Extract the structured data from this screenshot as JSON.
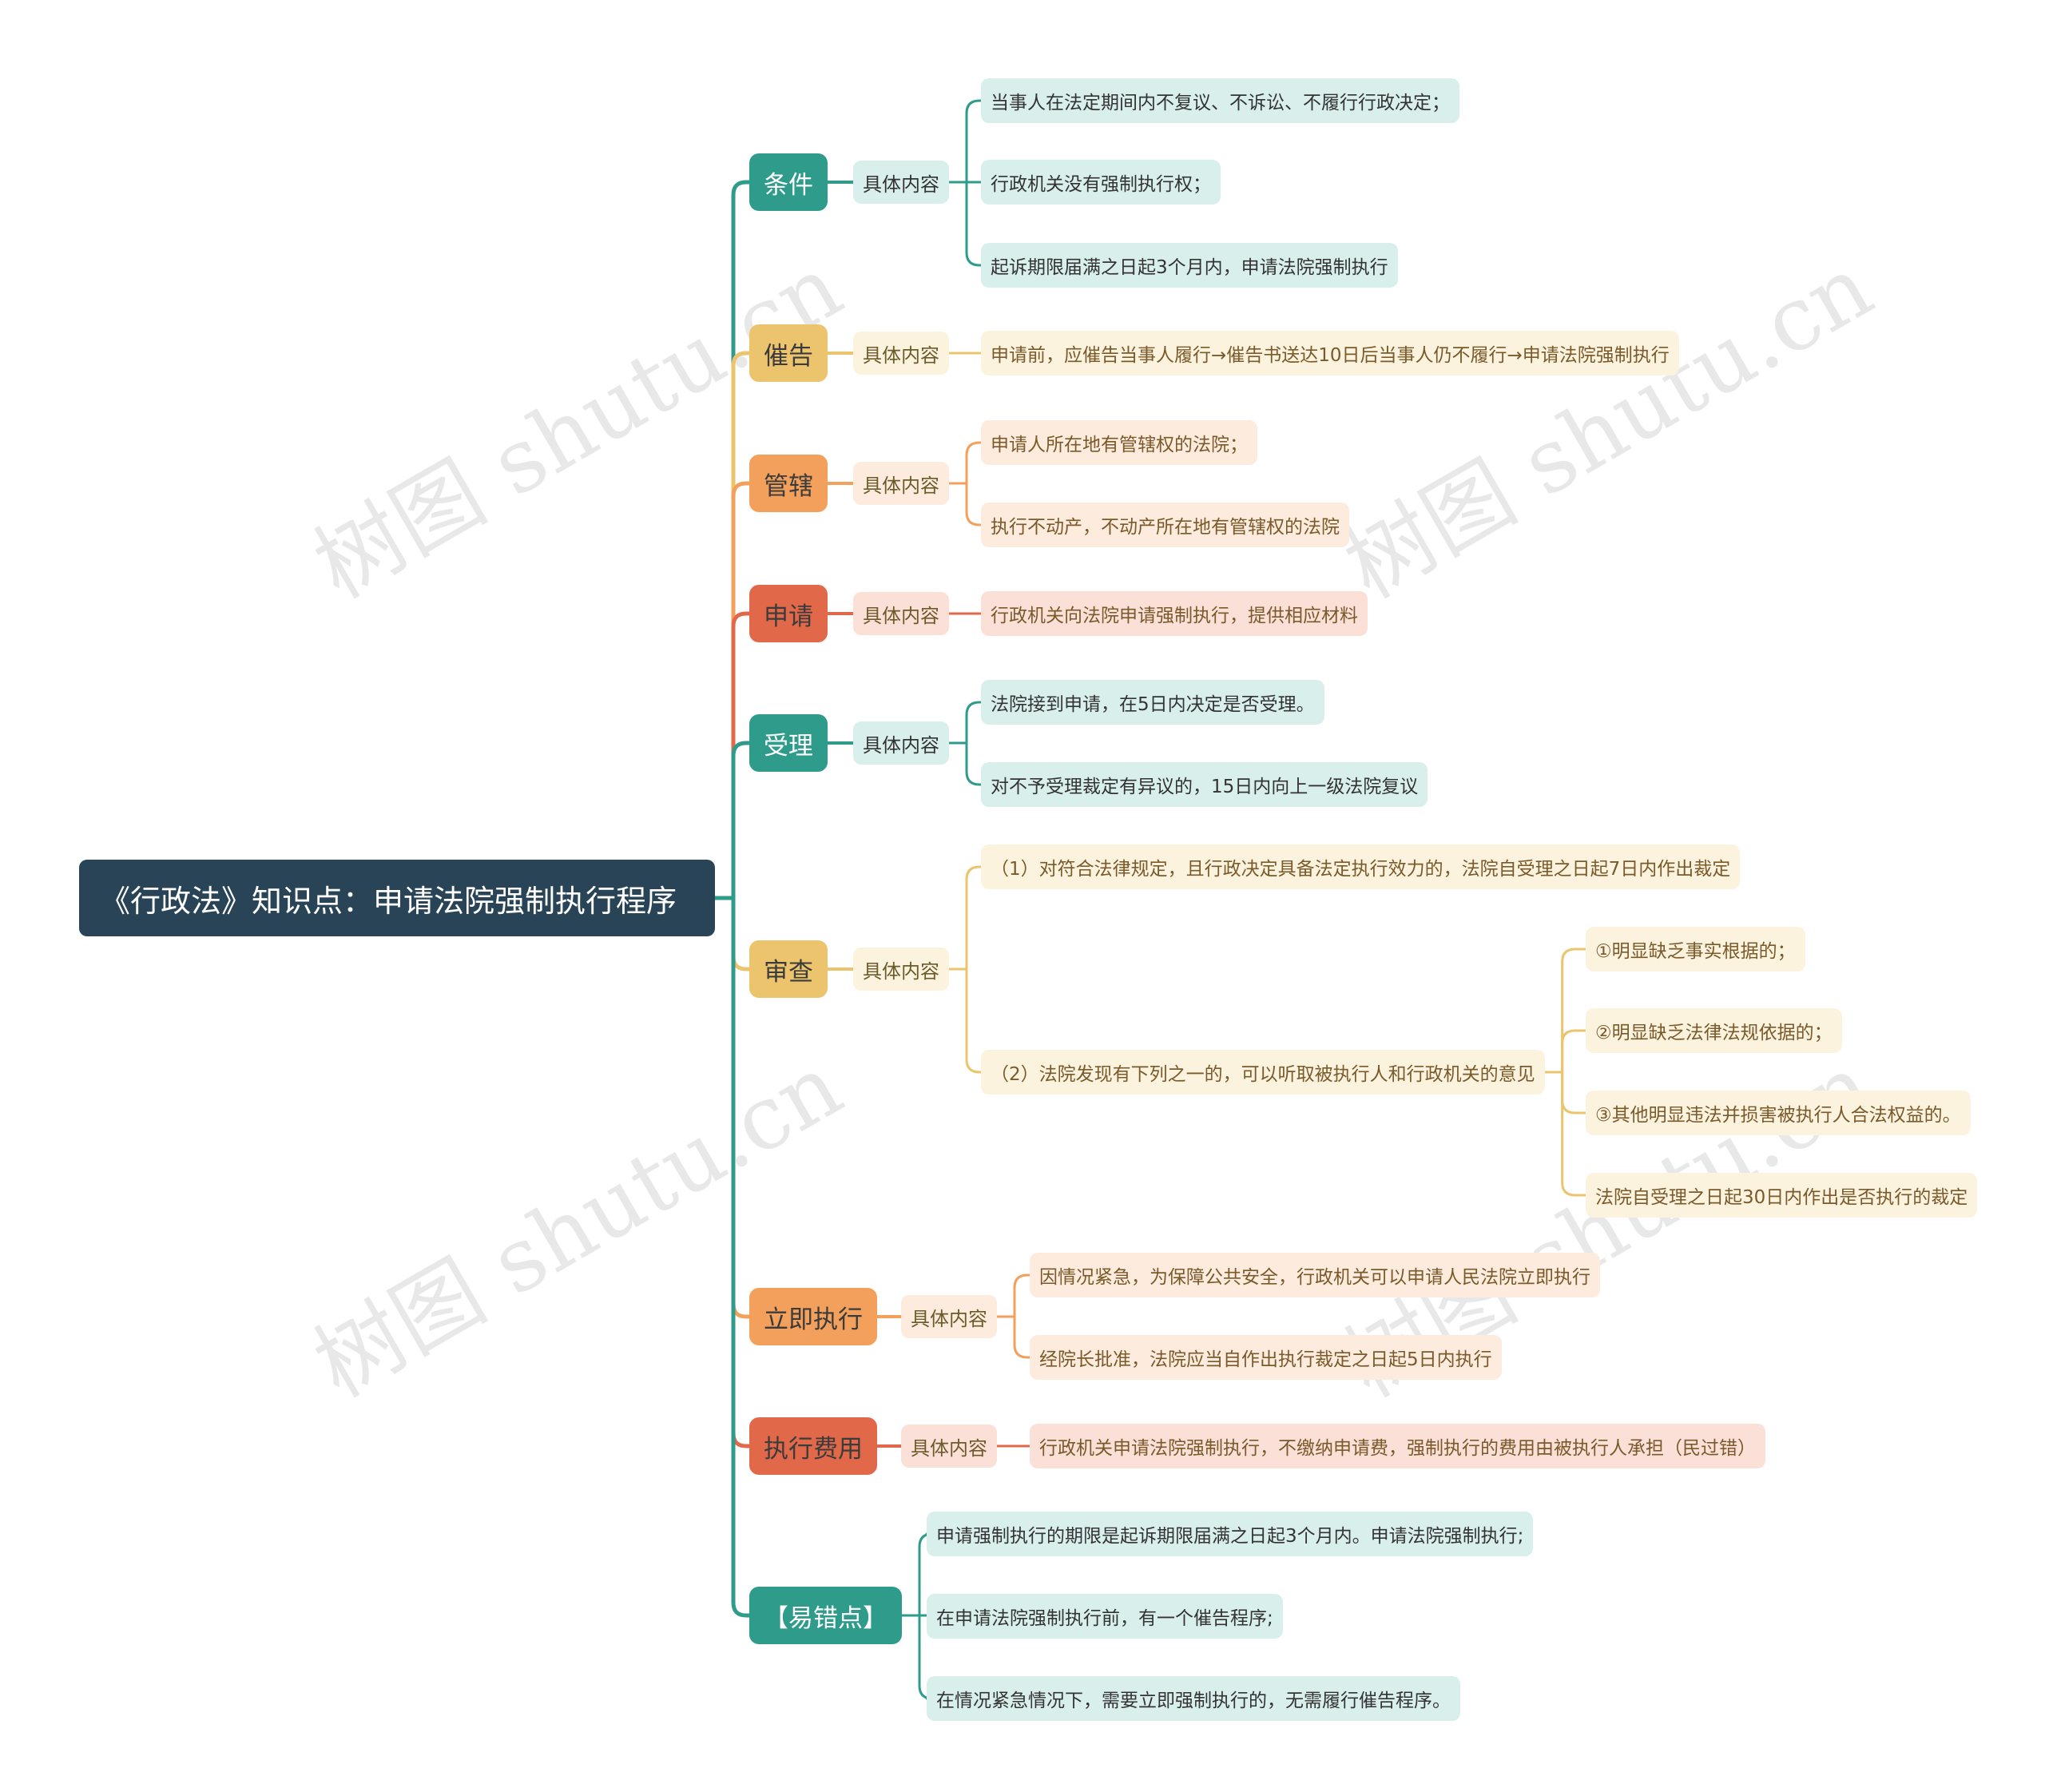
{
  "root": "《行政法》知识点：申请法院强制执行程序",
  "watermark": "树图 shutu.cn",
  "colors": {
    "teal": "#2f9b8b",
    "teal_light": "#d9efec",
    "yellow": "#ebc46d",
    "yellow_light": "#fcf3df",
    "orange": "#f2a05c",
    "orange_light": "#fdebdd",
    "red": "#e1694a",
    "red_light": "#fbe0d8",
    "root": "#284456"
  },
  "branches": [
    {
      "label": "条件",
      "color": "teal",
      "sub": "具体内容",
      "leaves": [
        "当事人在法定期间内不复议、不诉讼、不履行行政决定；",
        "行政机关没有强制执行权；",
        "起诉期限届满之日起3个月内，申请法院强制执行"
      ]
    },
    {
      "label": "催告",
      "color": "yellow",
      "sub": "具体内容",
      "leaves": [
        "申请前，应催告当事人履行→催告书送达10日后当事人仍不履行→申请法院强制执行"
      ]
    },
    {
      "label": "管辖",
      "color": "orange",
      "sub": "具体内容",
      "leaves": [
        "申请人所在地有管辖权的法院；",
        "执行不动产，不动产所在地有管辖权的法院"
      ]
    },
    {
      "label": "申请",
      "color": "red",
      "sub": "具体内容",
      "leaves": [
        "行政机关向法院申请强制执行，提供相应材料"
      ]
    },
    {
      "label": "受理",
      "color": "teal",
      "sub": "具体内容",
      "leaves": [
        "法院接到申请，在5日内决定是否受理。",
        "对不予受理裁定有异议的，15日内向上一级法院复议"
      ]
    },
    {
      "label": "审查",
      "color": "yellow",
      "sub": "具体内容",
      "leaves": [
        "（1）对符合法律规定，且行政决定具备法定执行效力的，法院自受理之日起7日内作出裁定",
        "（2）法院发现有下列之一的，可以听取被执行人和行政机关的意见"
      ],
      "subleaves": [
        "①明显缺乏事实根据的；",
        "②明显缺乏法律法规依据的；",
        "③其他明显违法并损害被执行人合法权益的。",
        "法院自受理之日起30日内作出是否执行的裁定"
      ]
    },
    {
      "label": "立即执行",
      "color": "orange",
      "sub": "具体内容",
      "leaves": [
        "因情况紧急，为保障公共安全，行政机关可以申请人民法院立即执行",
        "经院长批准，法院应当自作出执行裁定之日起5日内执行"
      ]
    },
    {
      "label": "执行费用",
      "color": "red",
      "sub": "具体内容",
      "leaves": [
        "行政机关申请法院强制执行，不缴纳申请费，强制执行的费用由被执行人承担（民过错）"
      ]
    },
    {
      "label": "【易错点】",
      "color": "teal",
      "sub": "",
      "leaves": [
        "申请强制执行的期限是起诉期限届满之日起3个月内。申请法院强制执行;",
        "在申请法院强制执行前，有一个催告程序;",
        "在情况紧急情况下，需要立即强制执行的，无需履行催告程序。"
      ]
    }
  ]
}
